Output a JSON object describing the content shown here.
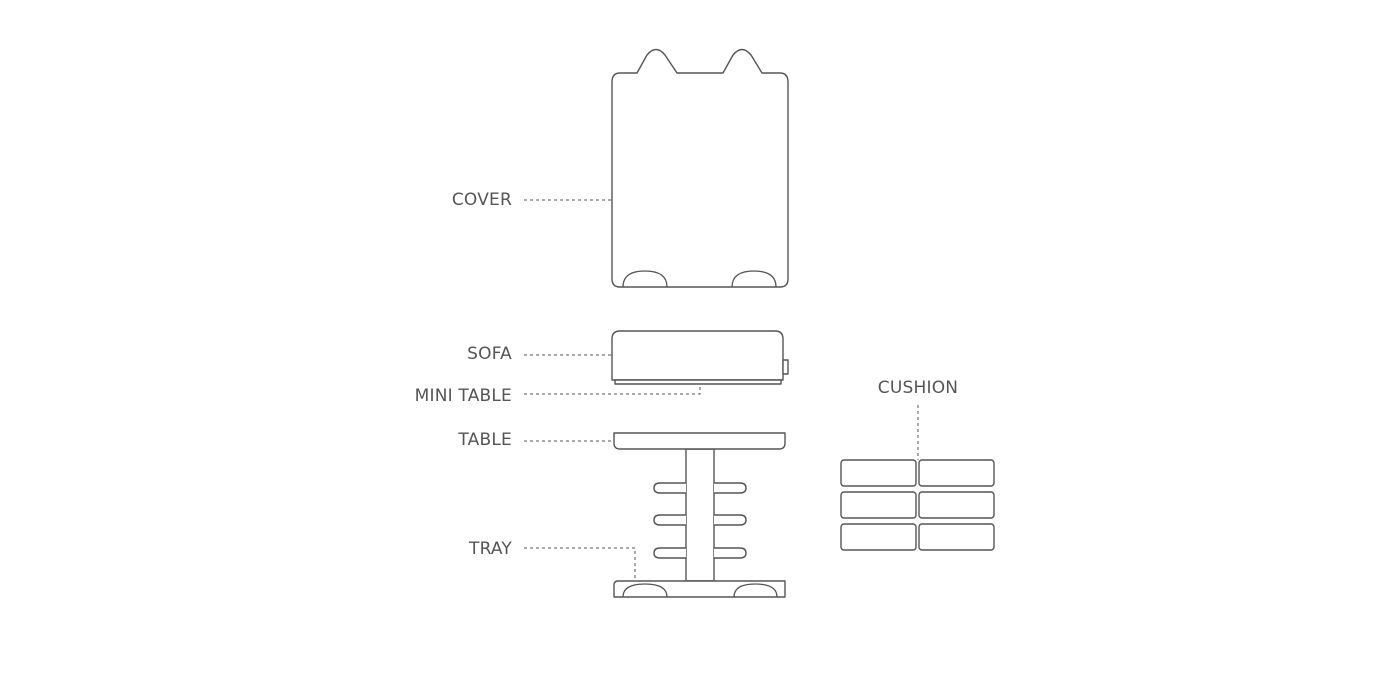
{
  "diagram": {
    "type": "exploded-assembly",
    "stroke_color": "#555555",
    "label_color": "#555555",
    "background": "#ffffff",
    "labels": {
      "cover": "COVER",
      "sofa": "SOFA",
      "mini_table": "MINI TABLE",
      "table": "TABLE",
      "tray": "TRAY",
      "cushion": "CUSHION"
    },
    "parts": [
      {
        "id": "cover",
        "label": "COVER",
        "description": "tall rounded box with two cat ears on top and two semicircular feet cut-outs at the bottom"
      },
      {
        "id": "sofa",
        "label": "SOFA",
        "description": "flat rounded box with small tab on right side"
      },
      {
        "id": "mini_table",
        "label": "MINI TABLE",
        "description": "thin slab under the sofa"
      },
      {
        "id": "table",
        "label": "TABLE",
        "description": "table top on central column with three pairs of rounded shelf arms"
      },
      {
        "id": "tray",
        "label": "TRAY",
        "description": "base plate with two semicircular feet"
      },
      {
        "id": "cushion",
        "label": "CUSHION",
        "description": "3 rows x 2 columns of rounded rectangular cushions"
      }
    ],
    "cushion_grid": {
      "rows": 3,
      "columns": 2
    }
  }
}
